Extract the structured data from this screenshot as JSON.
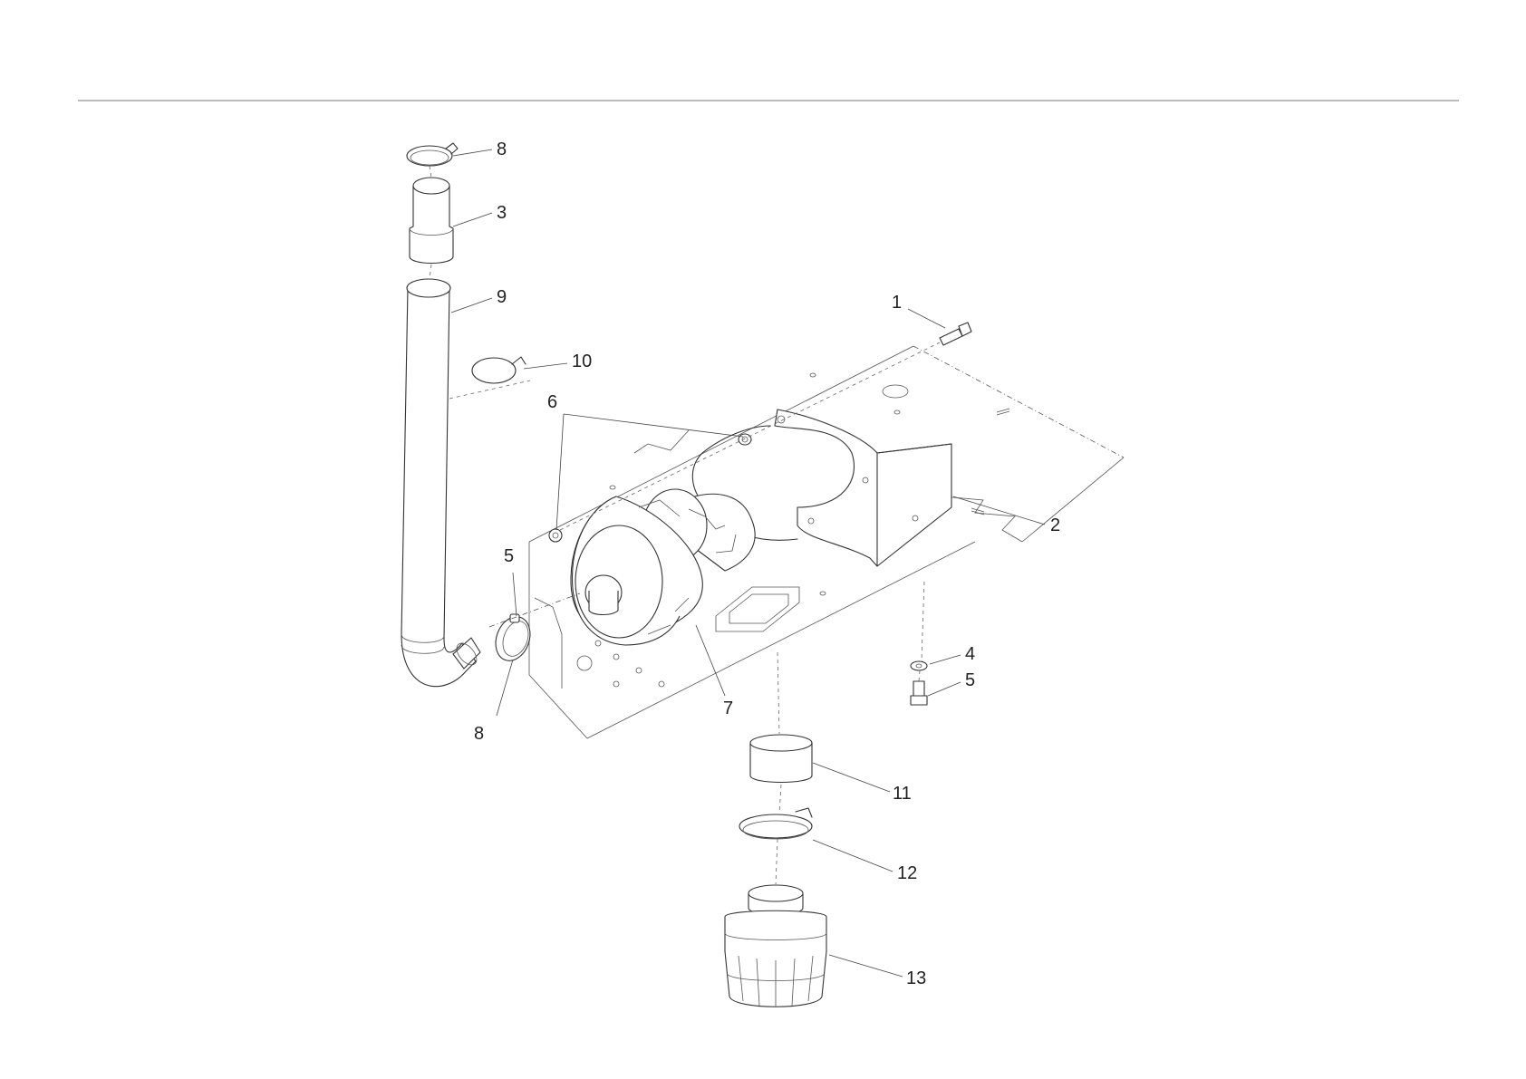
{
  "diagram": {
    "callouts": [
      {
        "id": "c-8-top",
        "label": "8"
      },
      {
        "id": "c-3",
        "label": "3"
      },
      {
        "id": "c-9",
        "label": "9"
      },
      {
        "id": "c-10",
        "label": "10"
      },
      {
        "id": "c-1",
        "label": "1"
      },
      {
        "id": "c-6",
        "label": "6"
      },
      {
        "id": "c-2",
        "label": "2"
      },
      {
        "id": "c-5-left",
        "label": "5"
      },
      {
        "id": "c-4",
        "label": "4"
      },
      {
        "id": "c-5-right",
        "label": "5"
      },
      {
        "id": "c-8-bottom",
        "label": "8"
      },
      {
        "id": "c-7",
        "label": "7"
      },
      {
        "id": "c-11",
        "label": "11"
      },
      {
        "id": "c-12",
        "label": "12"
      },
      {
        "id": "c-13",
        "label": "13"
      }
    ]
  }
}
